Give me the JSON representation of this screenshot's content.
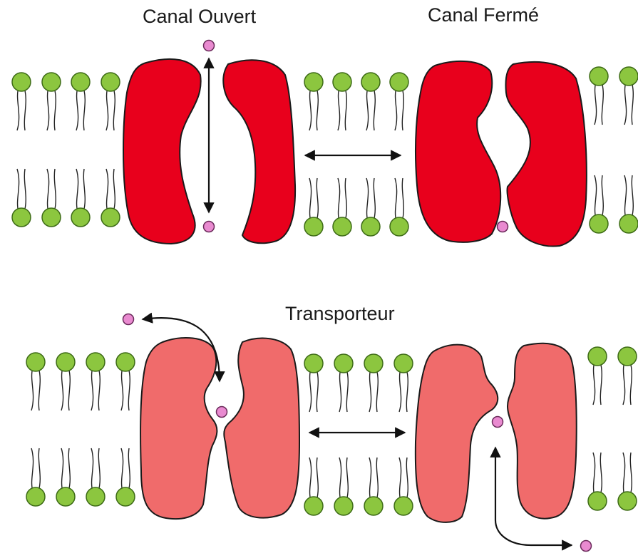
{
  "labels": {
    "open_channel": "Canal Ouvert",
    "closed_channel": "Canal Fermé",
    "transporter": "Transporteur"
  },
  "colors": {
    "lipid_head": "#8cc63f",
    "lipid_head_stroke": "#3d6b16",
    "lipid_tail": "#222222",
    "channel_protein": "#e8001c",
    "transporter_protein": "#f06b6b",
    "protein_stroke": "#1a1a1a",
    "ion": "#e98ad0",
    "ion_stroke": "#6a2a5a",
    "arrow": "#111111"
  },
  "icons": {
    "lipid": "phospholipid-icon",
    "ion": "ion-icon"
  }
}
